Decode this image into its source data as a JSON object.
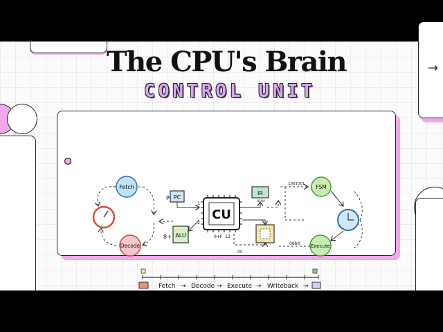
{
  "title": "The CPU's Brain",
  "subtitle": "CONTROL UNIT",
  "nav": {
    "next_icon": "arrow-right-icon",
    "next_glyph": "→"
  },
  "diagram": {
    "cu_label": "CU",
    "cu_pin_left_top": "1",
    "cu_pin_left_bottom": "2",
    "cu_pins_bottom": "0+F  12",
    "pc_label": "PC",
    "alu_label": "ALU",
    "alu_side_label": "8+",
    "ir_label": "IR",
    "ir_caption": "0104",
    "fetch_label": "Fetch",
    "decode_label": "Decode",
    "fsm_label": "FSM",
    "fsm_side_label": "1001001",
    "execute_label": "Execute",
    "execute_side_label": "08bit",
    "oc_label": "0C",
    "pipeline": {
      "steps": [
        "Fetch",
        "Decode",
        "Execute",
        "Writeback"
      ],
      "arrow": "→"
    }
  },
  "colors": {
    "accent_pink": "#f3a7ef",
    "subtitle_purple": "#d9a6f3",
    "fetch_blue": "#bfe3f7",
    "decode_red": "#f7c6c6",
    "fsm_green": "#c8ecb0",
    "alu_green": "#d6f0c4",
    "chip_yellow": "#f6e7a5"
  }
}
